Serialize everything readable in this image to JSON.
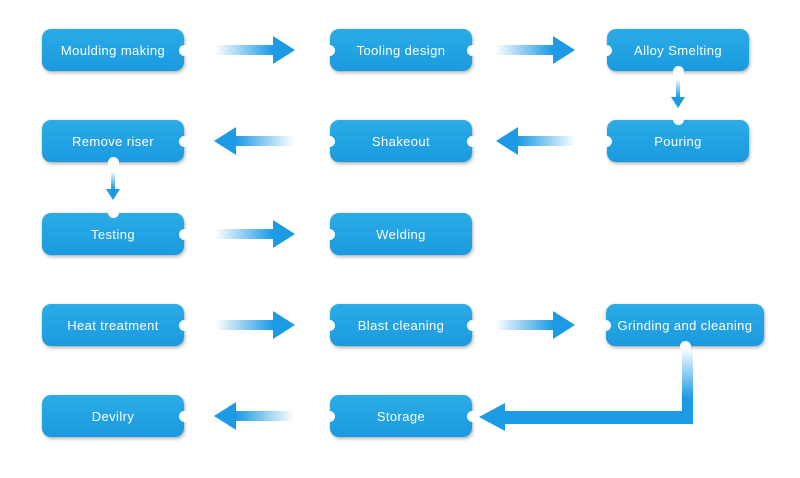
{
  "colors": {
    "box_top": "#2bace6",
    "box_bottom": "#1b9adf",
    "arrow": "#1c9be4",
    "text": "#ffffff",
    "notch": "#ffffff"
  },
  "nodes": [
    {
      "id": "moulding-making",
      "label": "Moulding making"
    },
    {
      "id": "tooling-design",
      "label": "Tooling design"
    },
    {
      "id": "alloy-smelting",
      "label": "Alloy Smelting"
    },
    {
      "id": "remove-riser",
      "label": "Remove riser"
    },
    {
      "id": "shakeout",
      "label": "Shakeout"
    },
    {
      "id": "pouring",
      "label": "Pouring"
    },
    {
      "id": "testing",
      "label": "Testing"
    },
    {
      "id": "welding",
      "label": "Welding"
    },
    {
      "id": "heat-treatment",
      "label": "Heat treatment"
    },
    {
      "id": "blast-cleaning",
      "label": "Blast cleaning"
    },
    {
      "id": "grinding-and-cleaning",
      "label": "Grinding and cleaning"
    },
    {
      "id": "devilry",
      "label": "Devilry"
    },
    {
      "id": "storage",
      "label": "Storage"
    }
  ],
  "edges": [
    {
      "from": "moulding-making",
      "to": "tooling-design",
      "direction": "right"
    },
    {
      "from": "tooling-design",
      "to": "alloy-smelting",
      "direction": "right"
    },
    {
      "from": "alloy-smelting",
      "to": "pouring",
      "direction": "down"
    },
    {
      "from": "pouring",
      "to": "shakeout",
      "direction": "left"
    },
    {
      "from": "shakeout",
      "to": "remove-riser",
      "direction": "left"
    },
    {
      "from": "remove-riser",
      "to": "testing",
      "direction": "down"
    },
    {
      "from": "testing",
      "to": "welding",
      "direction": "right"
    },
    {
      "from": "heat-treatment",
      "to": "blast-cleaning",
      "direction": "right"
    },
    {
      "from": "blast-cleaning",
      "to": "grinding-and-cleaning",
      "direction": "right"
    },
    {
      "from": "grinding-and-cleaning",
      "to": "storage",
      "direction": "down-left-elbow"
    },
    {
      "from": "storage",
      "to": "devilry",
      "direction": "left"
    }
  ]
}
